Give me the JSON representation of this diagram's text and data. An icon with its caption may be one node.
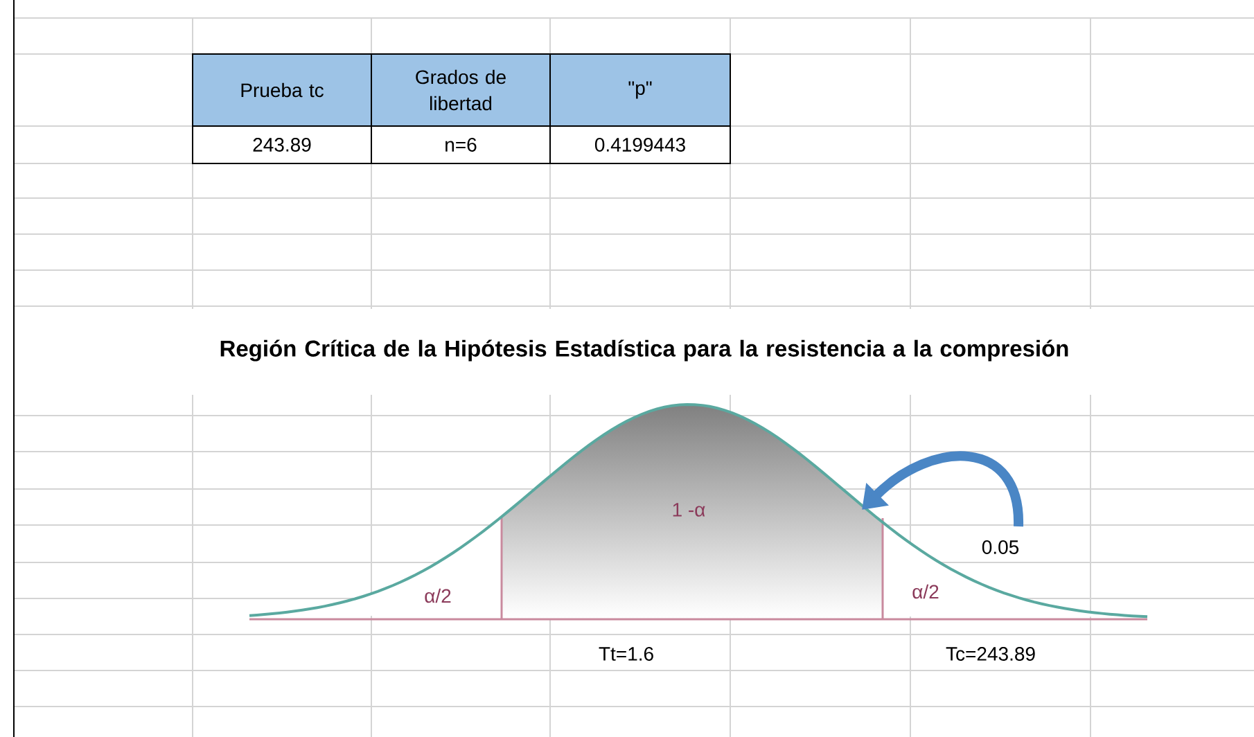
{
  "diagram": {
    "title": "Región Crítica de la Hipótesis Estadística para la resistencia a la compresión",
    "labels": [
      "Prueba tc",
      "Grados de libertad",
      "\"p\"",
      "243.89",
      "n=6",
      "0.4199443",
      "1 -α",
      "0.05",
      "α/2",
      "α/2",
      "Tt=1.6",
      "Tc=243.89"
    ]
  }
}
